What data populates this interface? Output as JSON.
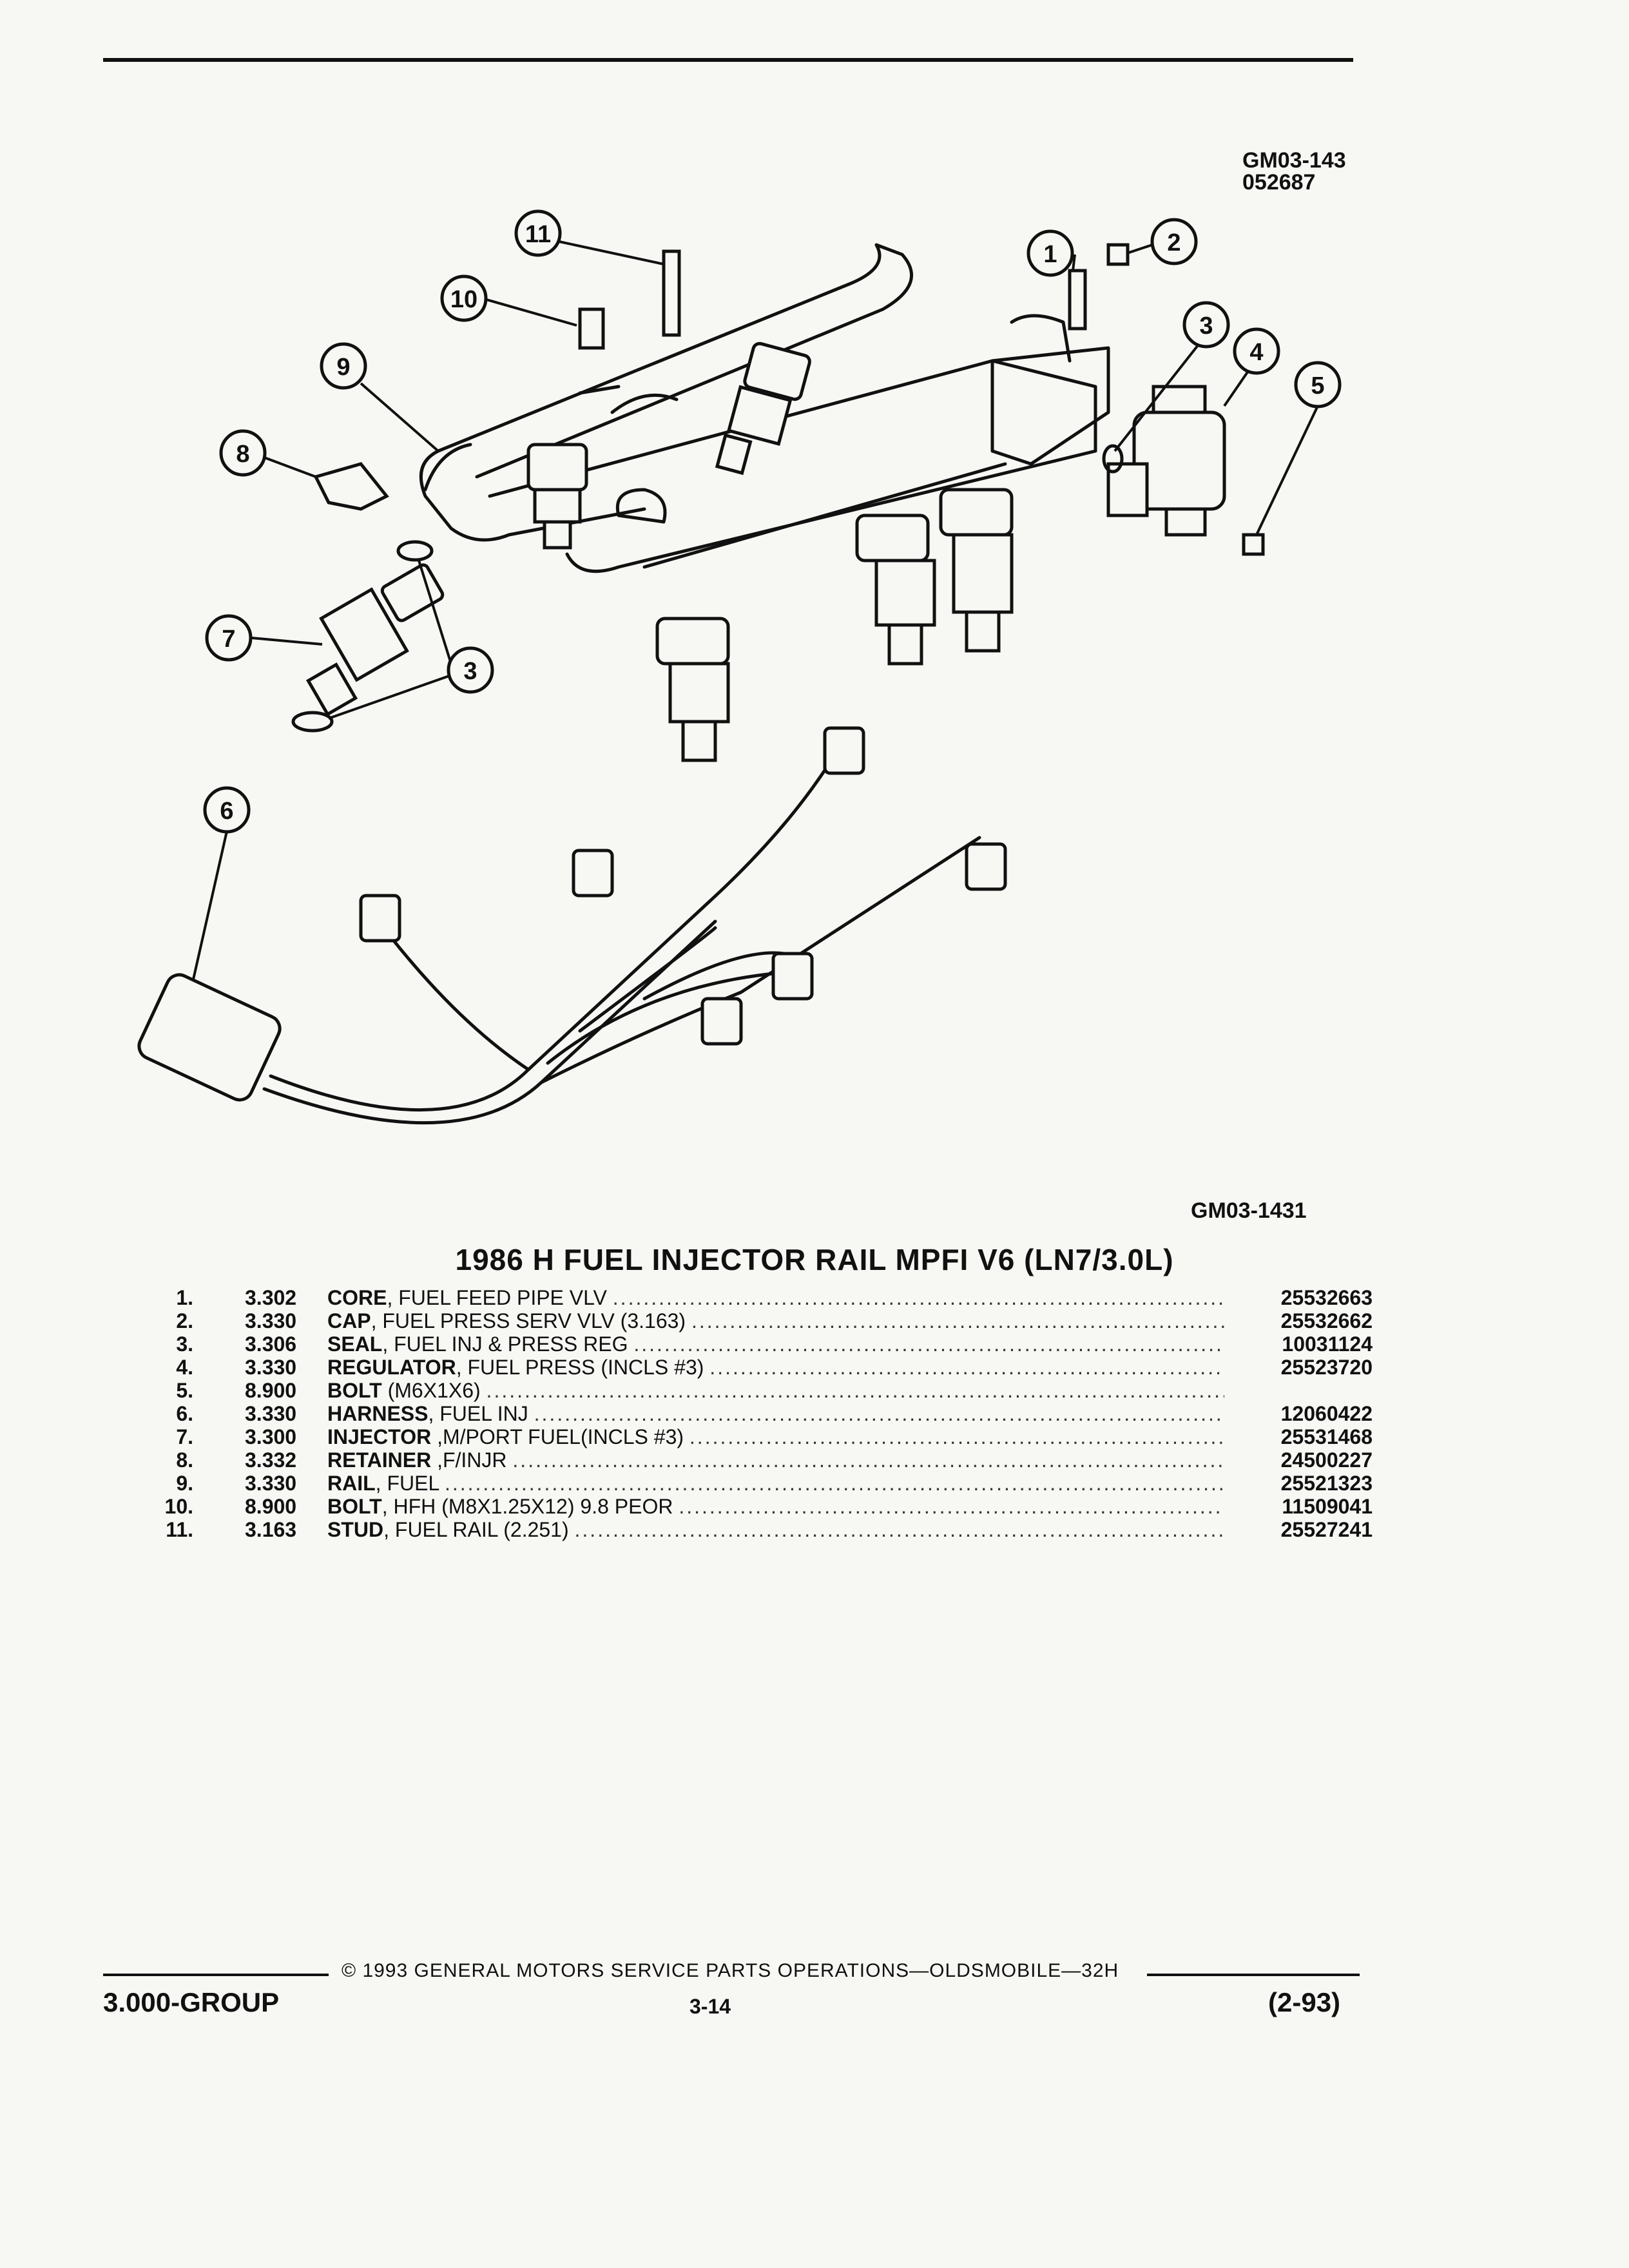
{
  "figure": {
    "id_top_1": "GM03-143",
    "id_top_2": "052687",
    "id_bottom": "GM03-1431",
    "callouts": [
      "1",
      "2",
      "3",
      "4",
      "5",
      "6",
      "7",
      "8",
      "9",
      "10",
      "11"
    ]
  },
  "parts_list": {
    "title": "1986 H FUEL INJECTOR RAIL MPFI V6 (LN7/3.0L)",
    "rows": [
      {
        "num": "1.",
        "group": "3.302",
        "name": "CORE",
        "desc": ", FUEL FEED PIPE VLV",
        "part": "25532663"
      },
      {
        "num": "2.",
        "group": "3.330",
        "name": "CAP",
        "desc": ", FUEL PRESS SERV VLV (3.163)",
        "part": "25532662"
      },
      {
        "num": "3.",
        "group": "3.306",
        "name": "SEAL",
        "desc": ", FUEL INJ & PRESS REG",
        "part": "10031124"
      },
      {
        "num": "4.",
        "group": "3.330",
        "name": "REGULATOR",
        "desc": ", FUEL PRESS (INCLS #3)",
        "part": "25523720"
      },
      {
        "num": "5.",
        "group": "8.900",
        "name": "BOLT",
        "desc": " (M6X1X6)",
        "part": ""
      },
      {
        "num": "6.",
        "group": "3.330",
        "name": "HARNESS",
        "desc": ", FUEL INJ",
        "part": "12060422"
      },
      {
        "num": "7.",
        "group": "3.300",
        "name": "INJECTOR",
        "desc": " ,M/PORT FUEL(INCLS #3)",
        "part": "25531468"
      },
      {
        "num": "8.",
        "group": "3.332",
        "name": "RETAINER",
        "desc": " ,F/INJR",
        "part": "24500227"
      },
      {
        "num": "9.",
        "group": "3.330",
        "name": "RAIL",
        "desc": ", FUEL",
        "part": "25521323"
      },
      {
        "num": "10.",
        "group": "8.900",
        "name": "BOLT",
        "desc": ", HFH (M8X1.25X12) 9.8 PEOR",
        "part": "11509041"
      },
      {
        "num": "11.",
        "group": "3.163",
        "name": "STUD",
        "desc": ", FUEL RAIL (2.251)",
        "part": "25527241"
      }
    ]
  },
  "footer": {
    "copyright": "© 1993 GENERAL MOTORS SERVICE PARTS OPERATIONS—OLDSMOBILE—32H",
    "group": "3.000-GROUP",
    "page": "3-14",
    "date": "(2-93)"
  }
}
